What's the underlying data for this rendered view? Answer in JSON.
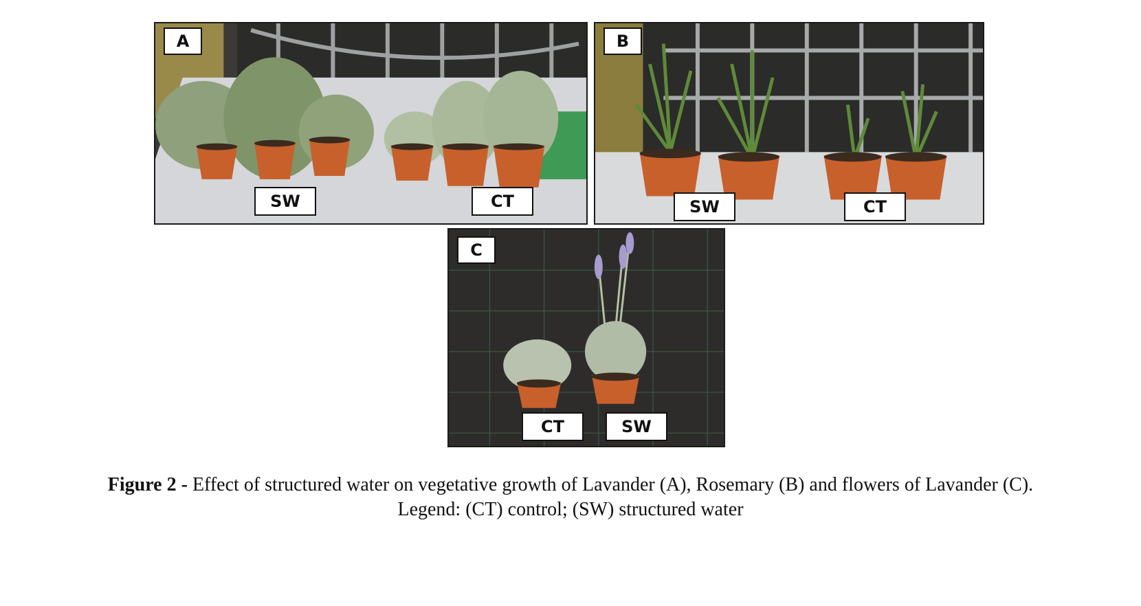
{
  "figure": {
    "panels": [
      {
        "letter": "A",
        "labels": [
          "SW",
          "CT"
        ]
      },
      {
        "letter": "B",
        "labels": [
          "SW",
          "CT"
        ]
      },
      {
        "letter": "C",
        "labels": [
          "CT",
          "SW"
        ]
      }
    ],
    "caption": {
      "label": "Figure 2 -",
      "text": " Effect of structured water on vegetative growth of Lavander (A), Rosemary (B) and flowers of Lavander (C).",
      "legend": "Legend: (CT) control; (SW) structured water"
    }
  },
  "colors": {
    "pot": "#c8602c",
    "soil": "#3b2a1e",
    "lavender_foliage": "#a9b99a",
    "rosemary_foliage": "#5f8a3a",
    "table": "#d6d7d9",
    "fabric": "#2e2c2b",
    "flower": "#a79bd0"
  }
}
